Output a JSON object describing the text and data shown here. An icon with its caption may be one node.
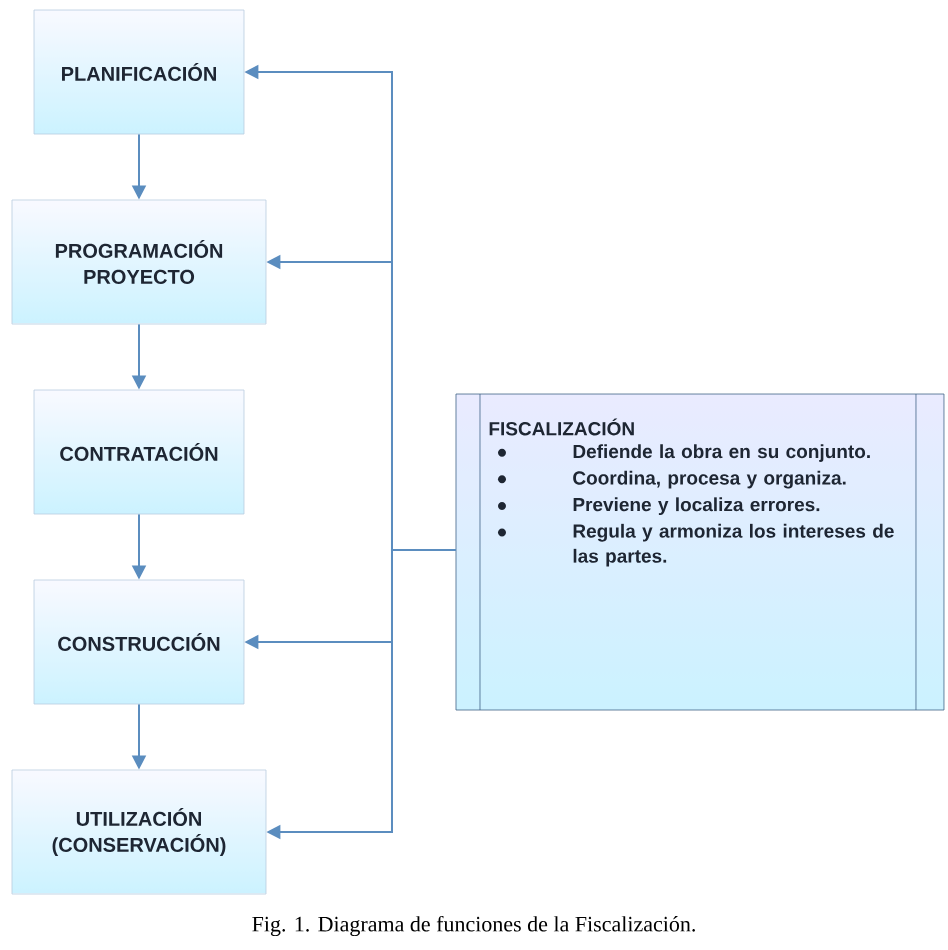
{
  "diagram": {
    "caption": "Fig. 1. Diagrama de funciones de la Fiscalización.",
    "nodes": [
      {
        "text": [
          "PLANIFICACIÓN"
        ]
      },
      {
        "text": [
          "PROGRAMACIÓN PROYECTO"
        ]
      },
      {
        "text": [
          "CONTRATACIÓN"
        ]
      },
      {
        "text": [
          "CONSTRUCCIÓN"
        ]
      },
      {
        "text": [
          "UTILIZACIÓN (CONSERVACIÓN)"
        ]
      },
      {
        "text": [
          "FISCALIZACIÓN",
          "Defiende la obra en su conjunto.",
          "Coordina, procesa y organiza.",
          "Previene y localiza errores.",
          "Regula y armoniza los intereses de las partes."
        ]
      }
    ],
    "edges": [
      {
        "from": 0,
        "to": 1,
        "arrow": "to"
      },
      {
        "from": 1,
        "to": 2,
        "arrow": "to"
      },
      {
        "from": 2,
        "to": 3,
        "arrow": "to"
      },
      {
        "from": 3,
        "to": 4,
        "arrow": "to"
      },
      {
        "from": 5,
        "to": 0,
        "arrow": "to"
      },
      {
        "from": 5,
        "to": 1,
        "arrow": "to"
      },
      {
        "from": 5,
        "to": 3,
        "arrow": "to"
      },
      {
        "from": 5,
        "to": 4,
        "arrow": "to"
      }
    ]
  }
}
